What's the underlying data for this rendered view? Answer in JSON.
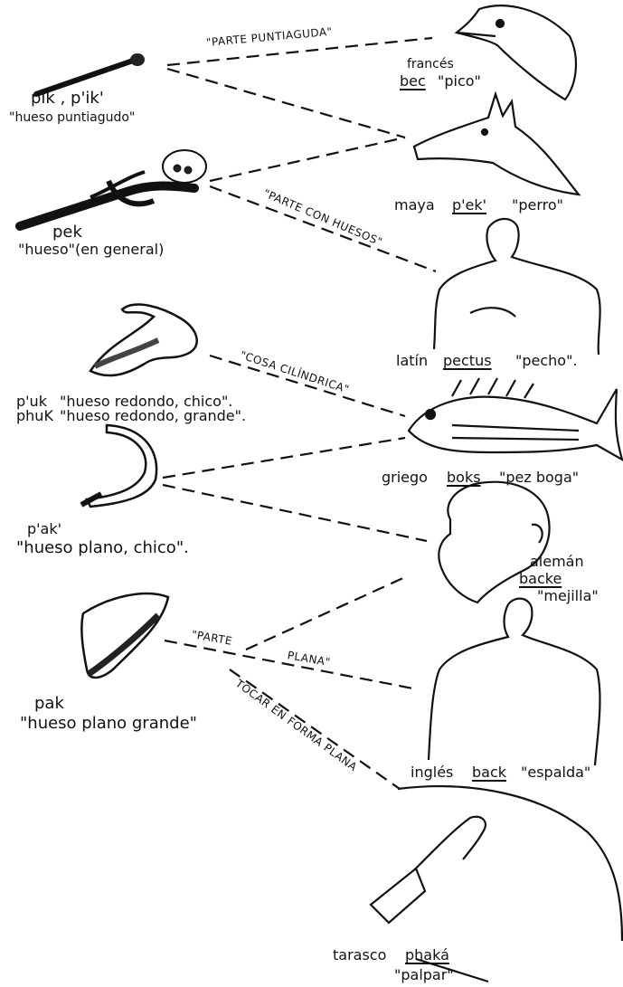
{
  "colors": {
    "ink": "#111111",
    "background": "#ffffff"
  },
  "roots": {
    "pik": {
      "form": "pik , p'ik'",
      "gloss": "\"hueso puntiagudo\""
    },
    "pek": {
      "form": "pek",
      "gloss": "\"hueso\"(en general)"
    },
    "puk": {
      "form1": "p'uk",
      "gloss1": "\"hueso redondo, chico\".",
      "form2": "phuK",
      "gloss2": "\"hueso redondo, grande\"."
    },
    "pak_small": {
      "form": "p'ak'",
      "gloss": "\"hueso plano, chico\"."
    },
    "pak": {
      "form": "pak",
      "gloss": "\"hueso plano grande\""
    }
  },
  "links": {
    "parte_puntiaguda": "\"PARTE PUNTIAGUDA\"",
    "parte_con_huesos": "\"PARTE CON HUESOS\"",
    "cosa_cilindrica": "\"COSA CILÍNDRICA\"",
    "parte": "\"PARTE",
    "plana": "PLANA\"",
    "tocar": "TOCAR EN FORMA PLANA"
  },
  "words": {
    "frances": {
      "lang": "francés",
      "word": "bec",
      "gloss": "\"pico\""
    },
    "maya": {
      "lang": "maya",
      "word": "p'ek'",
      "gloss": "\"perro\""
    },
    "latin": {
      "lang": "latín",
      "word": "pectus",
      "gloss": "\"pecho\"."
    },
    "griego": {
      "lang": "griego",
      "word": "boks",
      "gloss": "\"pez boga\""
    },
    "aleman": {
      "lang": "alemán",
      "word": "backe",
      "gloss": "\"mejilla\""
    },
    "ingles": {
      "lang": "inglés",
      "word": "back",
      "gloss": "\"espalda\""
    },
    "tarasco": {
      "lang": "tarasco",
      "word": "phaká",
      "gloss": "\"palpar\""
    }
  }
}
